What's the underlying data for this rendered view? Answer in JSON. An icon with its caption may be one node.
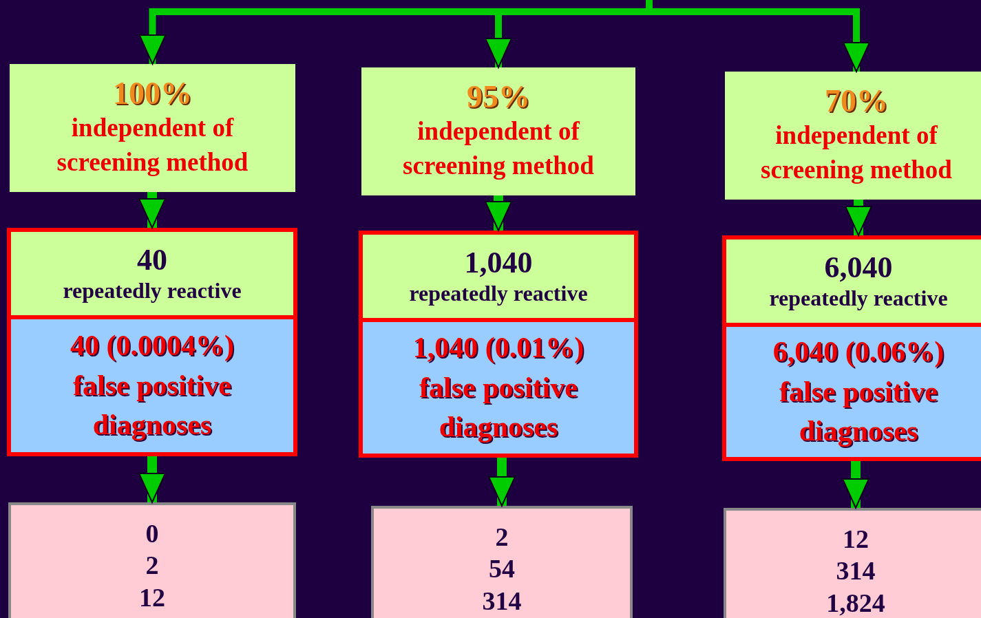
{
  "diagram": {
    "nodes": [
      {
        "text": [
          "100%",
          "independent of screening method"
        ]
      },
      {
        "text": [],
        "shape": "box"
      },
      {
        "text": [
          "40",
          "repeatedly reactive"
        ],
        "in": 1
      },
      {
        "text": [
          "40 (0.0004%) false positive diagnoses"
        ],
        "in": 1
      },
      {
        "text": [
          "0",
          "2",
          "12"
        ]
      },
      {
        "text": [
          "95%",
          "independent of screening method"
        ]
      },
      {
        "text": [],
        "shape": "box"
      },
      {
        "text": [
          "1,040",
          "repeatedly reactive"
        ],
        "in": 6
      },
      {
        "text": [
          "1,040 (0.01%) false positive diagnoses"
        ],
        "in": 6
      },
      {
        "text": [
          "2",
          "54",
          "314"
        ]
      },
      {
        "text": [
          "70%",
          "independent of screening method"
        ]
      },
      {
        "text": [],
        "shape": "box"
      },
      {
        "text": [
          "6,040",
          "repeatedly reactive"
        ],
        "in": 11
      },
      {
        "text": [
          "6,040 (0.06%) false positive diagnoses"
        ],
        "in": 11
      },
      {
        "text": [
          "12",
          "314",
          "1,824"
        ]
      }
    ],
    "edges": [
      {
        "from": null,
        "to": 0,
        "arrow": "to"
      },
      {
        "from": null,
        "to": 5,
        "arrow": "to"
      },
      {
        "from": null,
        "to": 10,
        "arrow": "to"
      },
      {
        "from": 0,
        "to": 1,
        "arrow": "to"
      },
      {
        "from": 1,
        "to": 4,
        "arrow": "to"
      },
      {
        "from": 5,
        "to": 6,
        "arrow": "to"
      },
      {
        "from": 6,
        "to": 9,
        "arrow": "to"
      },
      {
        "from": 10,
        "to": 11,
        "arrow": "to"
      },
      {
        "from": 11,
        "to": 14,
        "arrow": "to"
      }
    ]
  }
}
